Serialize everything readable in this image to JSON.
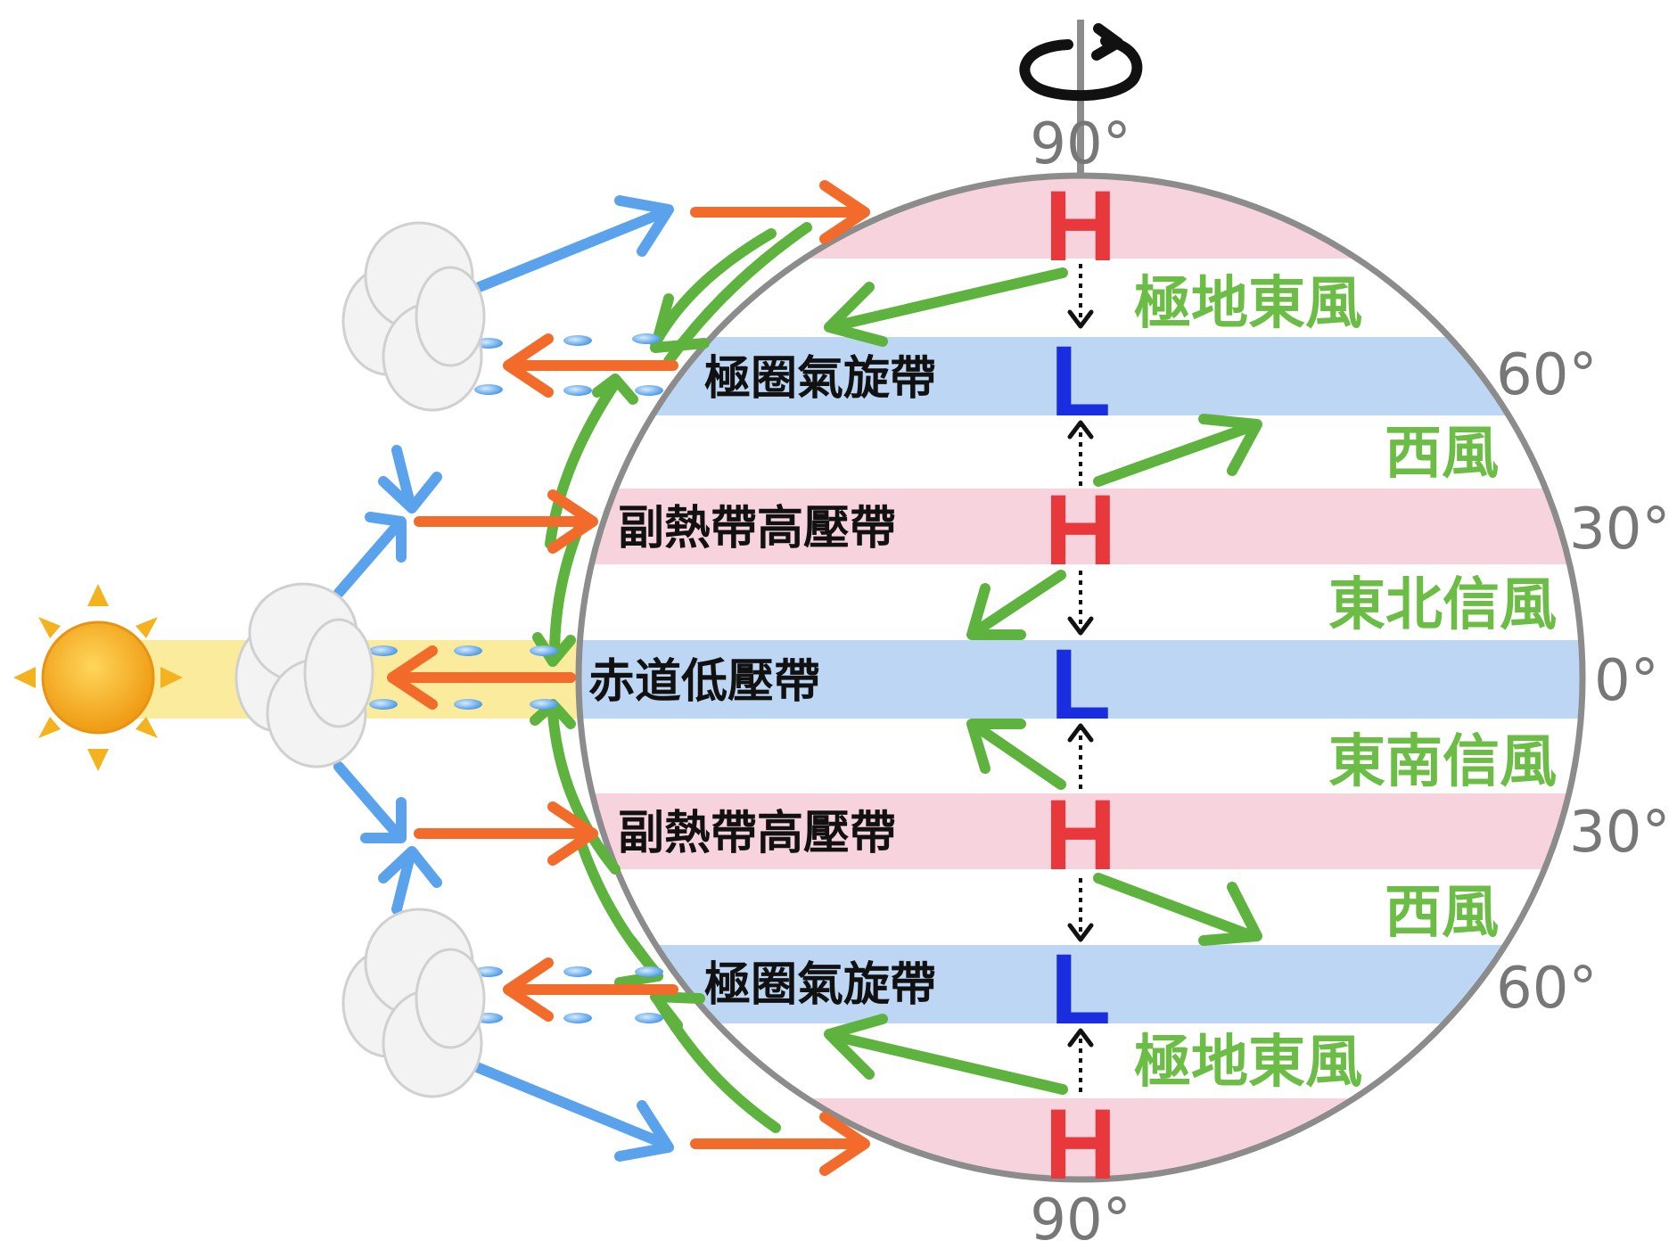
{
  "colors": {
    "high": "#e8383c",
    "low": "#1a2ee0",
    "high_band": "#f7d3de",
    "low_band": "#bcd6f3",
    "wind_text": "#6cbd45",
    "surface_arrow": "#5db33e",
    "upper_arrow": "#f26b2b",
    "vapor_arrow": "#5aa3ec",
    "globe_outline": "#8c8c8c",
    "latitude_text": "#777777",
    "sun": "#f2a81b",
    "sunbeam": "#fbeb9d"
  },
  "rotation_icon": "counterclockwise-rotation-arrow",
  "latitudes": {
    "north_pole": "90°",
    "n60": "60°",
    "n30": "30°",
    "equator": "0°",
    "s30": "30°",
    "s60": "60°",
    "south_pole": "90°"
  },
  "pressure_centers": {
    "north_pole": "H",
    "n60": "L",
    "n30": "H",
    "equator": "L",
    "s30": "H",
    "s60": "L",
    "south_pole": "H"
  },
  "belts": {
    "n60": "極圈氣旋帶",
    "n30": "副熱帶高壓帶",
    "equator": "赤道低壓帶",
    "s30": "副熱帶高壓帶",
    "s60": "極圈氣旋帶"
  },
  "winds": {
    "n_polar_easterlies": "極地東風",
    "n_westerlies": "西風",
    "ne_trades": "東北信風",
    "se_trades": "東南信風",
    "s_westerlies": "西風",
    "s_polar_easterlies": "極地東風"
  },
  "icons": [
    "sun-icon",
    "cloud-icon",
    "raindrop-icon"
  ]
}
